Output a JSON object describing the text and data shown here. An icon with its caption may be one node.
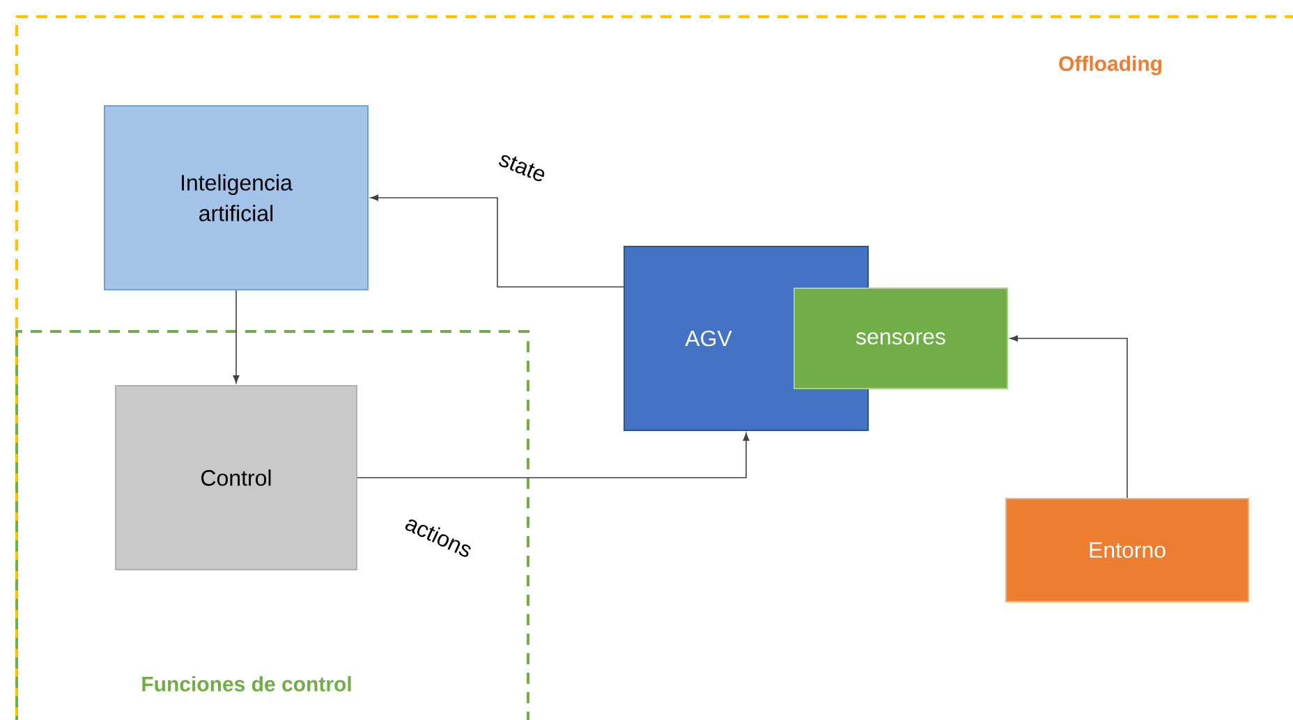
{
  "diagram": {
    "nodes": [
      {
        "text": [
          "Offloading"
        ]
      },
      {
        "text": [
          "Inteligencia artificial"
        ],
        "in": 0
      },
      {
        "text": [
          "Funciones de control"
        ],
        "in": 0
      },
      {
        "text": [
          "Control"
        ],
        "in": 2
      },
      {
        "text": [
          "AGV"
        ],
        "in": 0
      },
      {
        "text": [
          "sensores"
        ],
        "in": 0
      },
      {
        "text": [
          "Entorno"
        ],
        "in": 0
      }
    ],
    "edges": [
      {
        "from": 4,
        "to": 1,
        "arrow": "to",
        "label": "state"
      },
      {
        "from": 1,
        "to": 3,
        "arrow": "to"
      },
      {
        "from": 3,
        "to": 4,
        "arrow": "to",
        "label": "actions"
      },
      {
        "from": 6,
        "to": 5,
        "arrow": "to"
      }
    ]
  }
}
